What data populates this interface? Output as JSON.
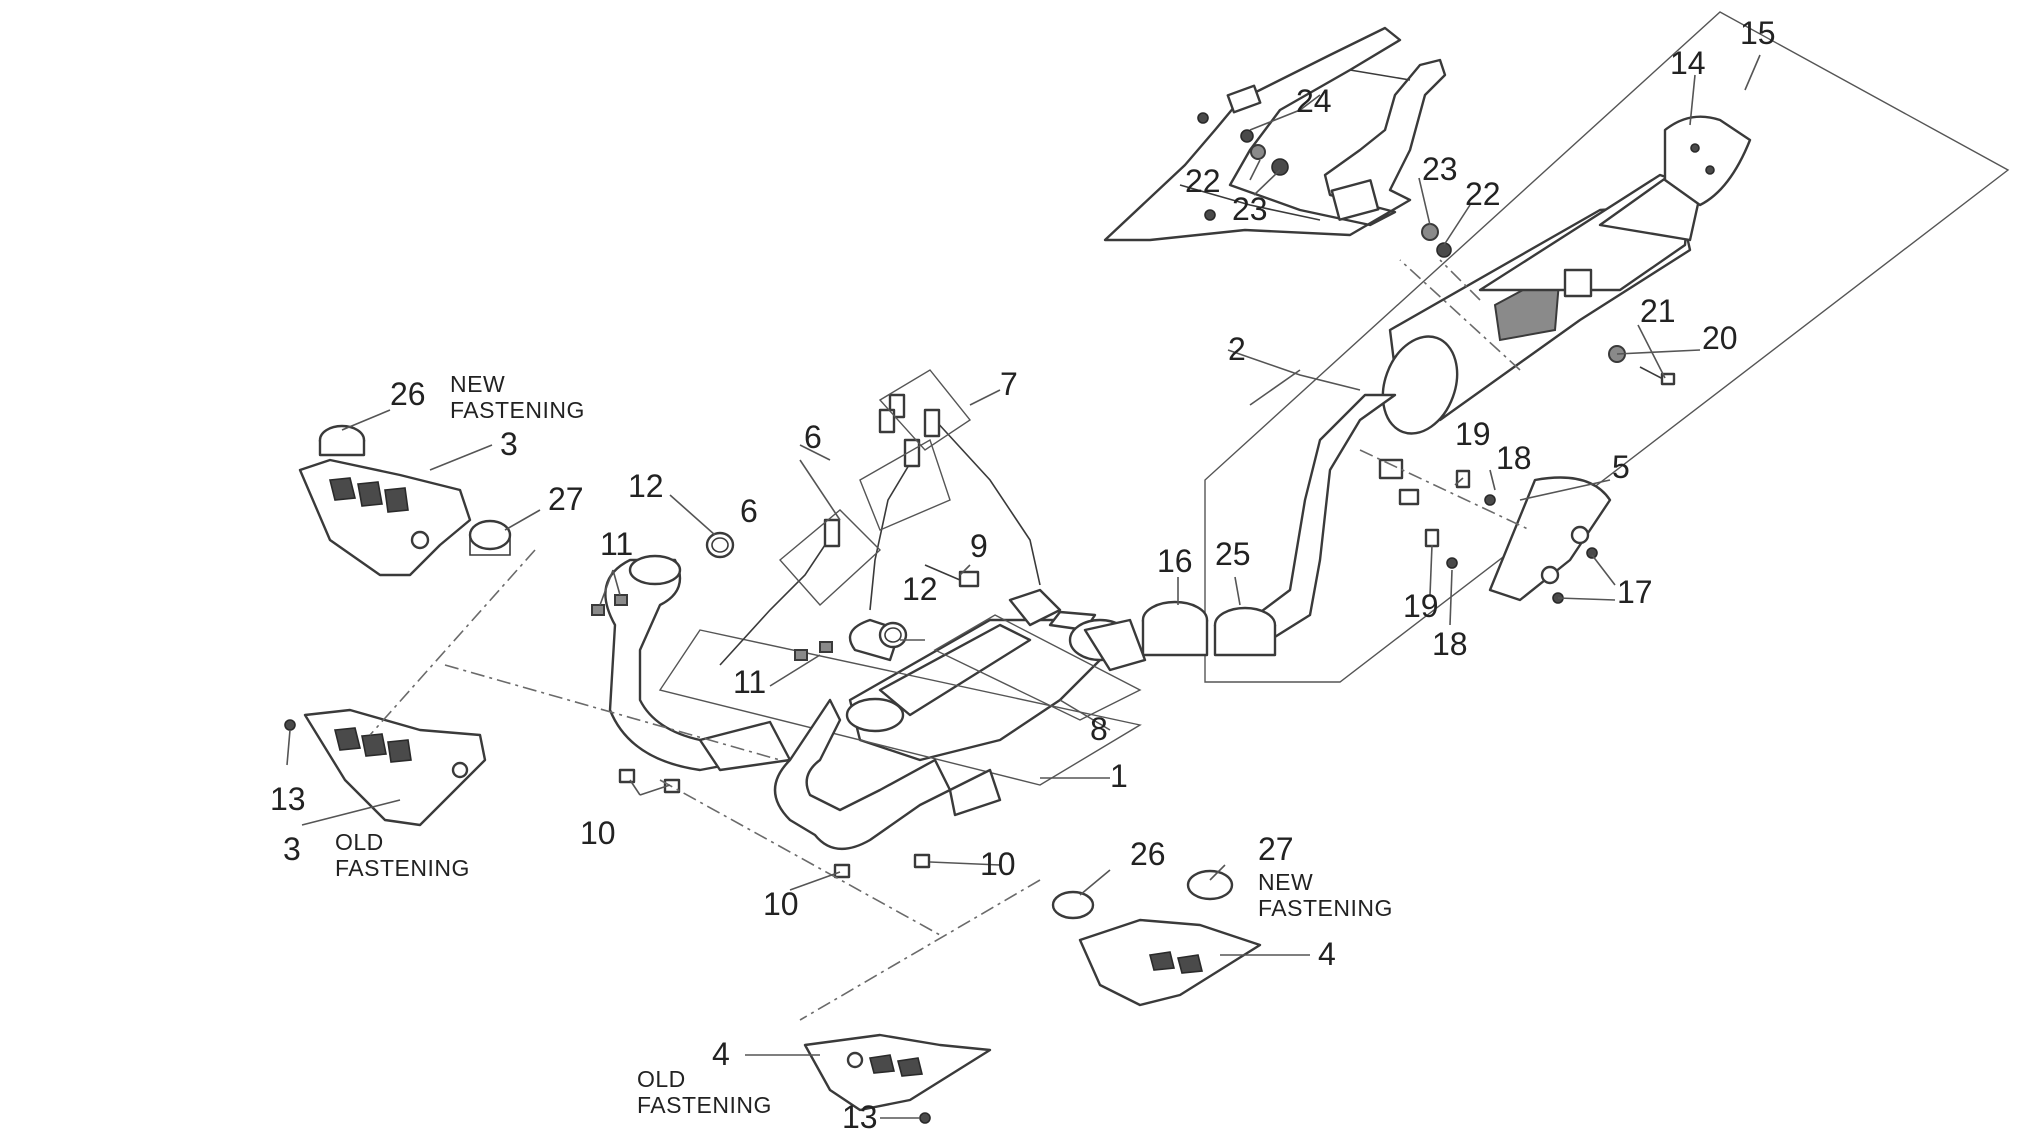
{
  "labels": {
    "n1": "1",
    "n2": "2",
    "n3a": "3",
    "n3b": "3",
    "n4a": "4",
    "n4b": "4",
    "n5": "5",
    "n6a": "6",
    "n6b": "6",
    "n7": "7",
    "n8": "8",
    "n9": "9",
    "n10a": "10",
    "n10b": "10",
    "n10c": "10",
    "n11a": "11",
    "n11b": "11",
    "n12a": "12",
    "n12b": "12",
    "n13a": "13",
    "n13b": "13",
    "n14": "14",
    "n15": "15",
    "n16": "16",
    "n17": "17",
    "n18a": "18",
    "n18b": "18",
    "n19a": "19",
    "n19b": "19",
    "n20": "20",
    "n21": "21",
    "n22a": "22",
    "n22b": "22",
    "n23a": "23",
    "n23b": "23",
    "n24": "24",
    "n25": "25",
    "n26a": "26",
    "n26b": "26",
    "n27a": "27",
    "n27b": "27"
  },
  "notes": {
    "new_fastening_left_1": "NEW",
    "new_fastening_left_2": "FASTENING",
    "old_fastening_left_1": "OLD",
    "old_fastening_left_2": "FASTENING",
    "new_fastening_right_1": "NEW",
    "new_fastening_right_2": "FASTENING",
    "old_fastening_bottom_1": "OLD",
    "old_fastening_bottom_2": "FASTENING"
  }
}
